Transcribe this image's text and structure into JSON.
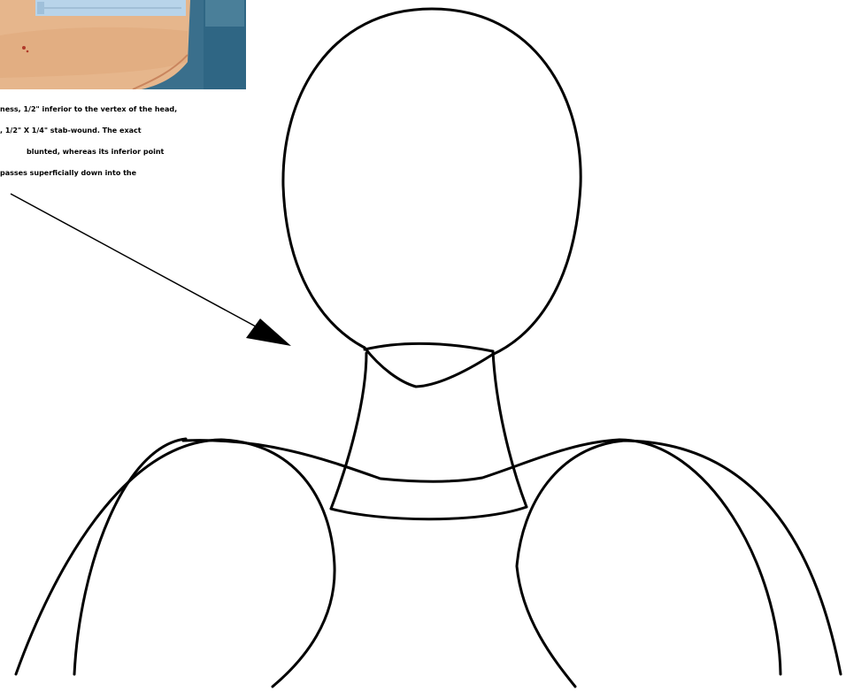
{
  "caption": {
    "lines": [
      "ness, 1/2\" inferior to the vertex of the head,",
      ", 1/2\" X 1/4\" stab-wound. The exact",
      "blunted, whereas its inferior point",
      "passes superficially down into the"
    ]
  },
  "figure": {
    "subject": "anterior-torso-outline",
    "colors": {
      "outline": "#000000",
      "background": "#ffffff",
      "skin": "#e8b88a",
      "label_paper": "#b8d4ea",
      "photo_background": "#3a6f8c"
    }
  }
}
